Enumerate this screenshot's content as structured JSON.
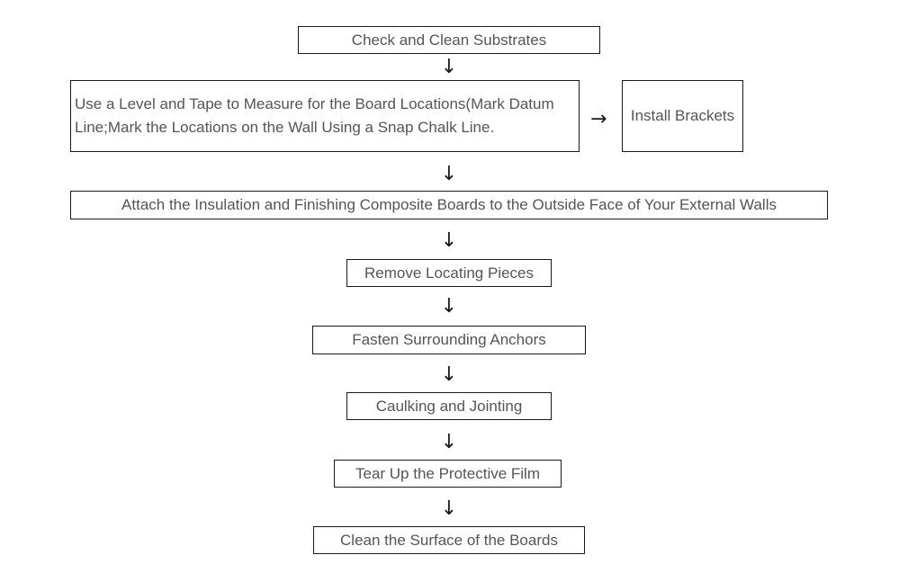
{
  "steps": {
    "s1": "Check and Clean Substrates",
    "s2": "Use a Level and Tape to Measure for the Board Locations(Mark Datum Line;Mark the Locations on the Wall Using a Snap Chalk Line.",
    "s2_side": "Install Brackets",
    "s3": "Attach the Insulation and Finishing Composite Boards to the Outside Face of Your External Walls",
    "s4": "Remove Locating Pieces",
    "s5": "Fasten Surrounding Anchors",
    "s6": "Caulking and Jointing",
    "s7": "Tear Up the Protective Film",
    "s8": "Clean the Surface of the Boards"
  },
  "arrows": {
    "down": "↓",
    "right": "→"
  }
}
